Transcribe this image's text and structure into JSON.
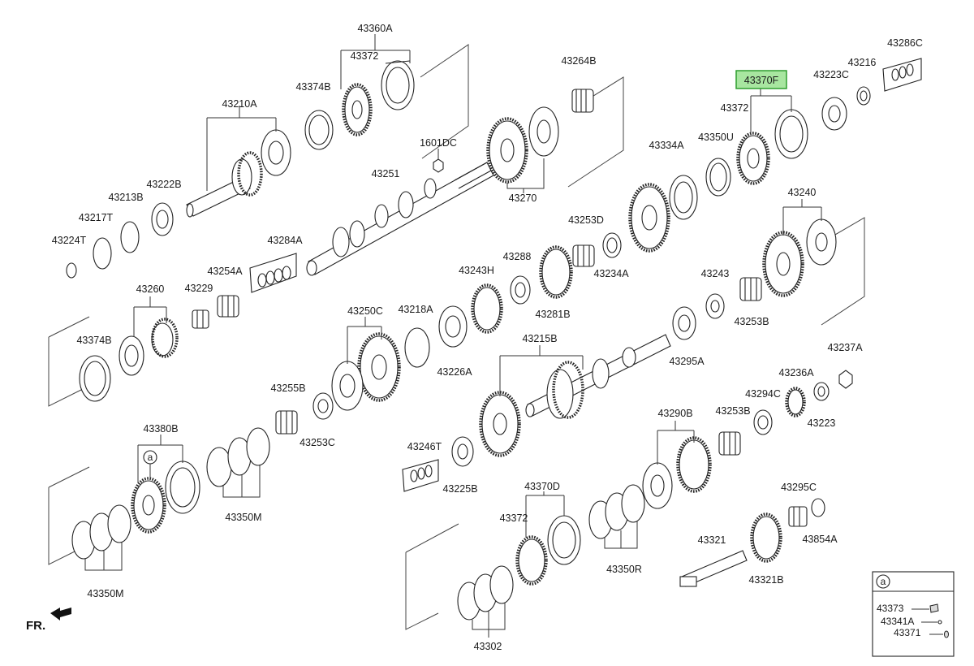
{
  "diagram": {
    "part_labels": {
      "p43360A": "43360A",
      "p43372a": "43372",
      "p43374Ba": "43374B",
      "p43210A": "43210A",
      "p43222B": "43222B",
      "p43213B": "43213B",
      "p43217T": "43217T",
      "p43224T": "43224T",
      "p43264B": "43264B",
      "p1601DC": "1601DC",
      "p43251": "43251",
      "p43270": "43270",
      "p43370F": "43370F",
      "p43372b": "43372",
      "p43223C": "43223C",
      "p43216": "43216",
      "p43286C": "43286C",
      "p43350U": "43350U",
      "p43334A": "43334A",
      "p43240": "43240",
      "p43284A": "43284A",
      "p43254A": "43254A",
      "p43229": "43229",
      "p43260": "43260",
      "p43374Bb": "43374B",
      "p43253D": "43253D",
      "p43288": "43288",
      "p43243H": "43243H",
      "p43234A": "43234A",
      "p43281B": "43281B",
      "p43243": "43243",
      "p43253Ba": "43253B",
      "p43250C": "43250C",
      "p43218A": "43218A",
      "p43226A": "43226A",
      "p43215B": "43215B",
      "p43295A": "43295A",
      "p43237A": "43237A",
      "p43236A": "43236A",
      "p43294C": "43294C",
      "p43223": "43223",
      "p43255B": "43255B",
      "p43253C": "43253C",
      "p43290B": "43290B",
      "p43253Bb": "43253B",
      "p43246T": "43246T",
      "p43225B": "43225B",
      "p43380B": "43380B",
      "p43350Ma": "43350M",
      "p43350Mb": "43350M",
      "p43370D": "43370D",
      "p43372c": "43372",
      "p43350R": "43350R",
      "p43302": "43302",
      "p43295C": "43295C",
      "p43854A": "43854A",
      "p43321": "43321",
      "p43321B": "43321B"
    },
    "callout": "a",
    "legend": {
      "badge": "a",
      "items": [
        "43373",
        "43341A",
        "43371"
      ]
    },
    "direction_label": "FR.",
    "highlighted_part": "43370F",
    "colors": {
      "highlight_fill": "#a8e6a0",
      "highlight_border": "#2e9e2e",
      "line": "#222222"
    }
  }
}
